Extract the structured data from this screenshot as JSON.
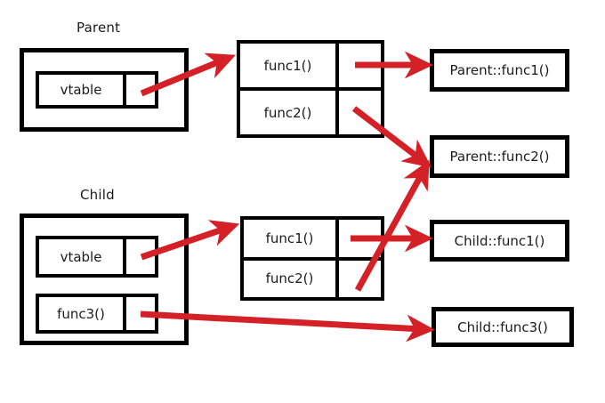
{
  "diagram": {
    "title_parent": "Parent",
    "title_child": "Child",
    "arrow_color": "#D42128",
    "line_color": "#000000",
    "background": "#FFFFFF",
    "parent_object": {
      "label": "Parent",
      "slots": [
        {
          "name": "vtable",
          "pointer": ""
        }
      ]
    },
    "parent_vtable": {
      "entries": [
        {
          "name": "func1()",
          "pointer": ""
        },
        {
          "name": "func2()",
          "pointer": ""
        }
      ]
    },
    "child_object": {
      "label": "Child",
      "slots": [
        {
          "name": "vtable",
          "pointer": ""
        },
        {
          "name": "func3()",
          "pointer": ""
        }
      ]
    },
    "child_vtable": {
      "entries": [
        {
          "name": "func1()",
          "pointer": ""
        },
        {
          "name": "func2()",
          "pointer": ""
        }
      ]
    },
    "implementations": [
      {
        "name": "Parent::func1()"
      },
      {
        "name": "Parent::func2()"
      },
      {
        "name": "Child::func1()"
      },
      {
        "name": "Child::func3()"
      }
    ],
    "connections": [
      {
        "from": "parent-object-vtable-pointer",
        "to": "parent-vtable"
      },
      {
        "from": "parent-vtable-func1-pointer",
        "to": "Parent::func1()"
      },
      {
        "from": "parent-vtable-func2-pointer",
        "to": "Parent::func2()"
      },
      {
        "from": "child-object-vtable-pointer",
        "to": "child-vtable"
      },
      {
        "from": "child-vtable-func1-pointer",
        "to": "Child::func1()"
      },
      {
        "from": "child-vtable-func2-pointer",
        "to": "Parent::func2()"
      },
      {
        "from": "child-object-func3-pointer",
        "to": "Child::func3()"
      }
    ]
  }
}
